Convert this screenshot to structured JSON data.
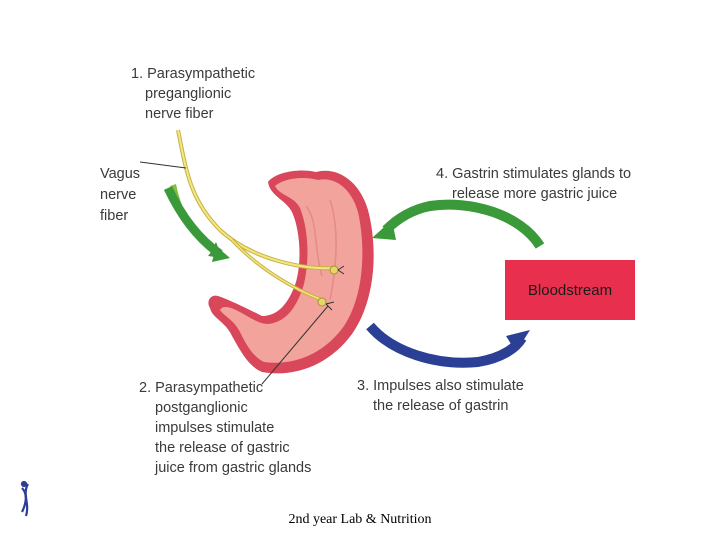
{
  "labels": {
    "step1": [
      "1. Parasympathetic",
      "preganglionic",
      "nerve fiber"
    ],
    "vagus": [
      "Vagus",
      "nerve",
      "fiber"
    ],
    "step4": [
      "4. Gastrin stimulates glands to",
      "release more gastric juice"
    ],
    "step2": [
      "2. Parasympathetic",
      "postganglionic",
      "impulses stimulate",
      "the release of gastric",
      "juice from gastric glands"
    ],
    "step3": [
      "3. Impulses also stimulate",
      "the release of gastrin"
    ]
  },
  "bloodstream": "Bloodstream",
  "footer": "2nd year Lab & Nutrition",
  "colors": {
    "stomach_fill": "#f2a49c",
    "stomach_wall": "#d9475a",
    "nerve": "#e3d86a",
    "green_arrow": "#3a9a3a",
    "blue_arrow": "#2b3f94",
    "bloodstream": "#e8304e"
  }
}
